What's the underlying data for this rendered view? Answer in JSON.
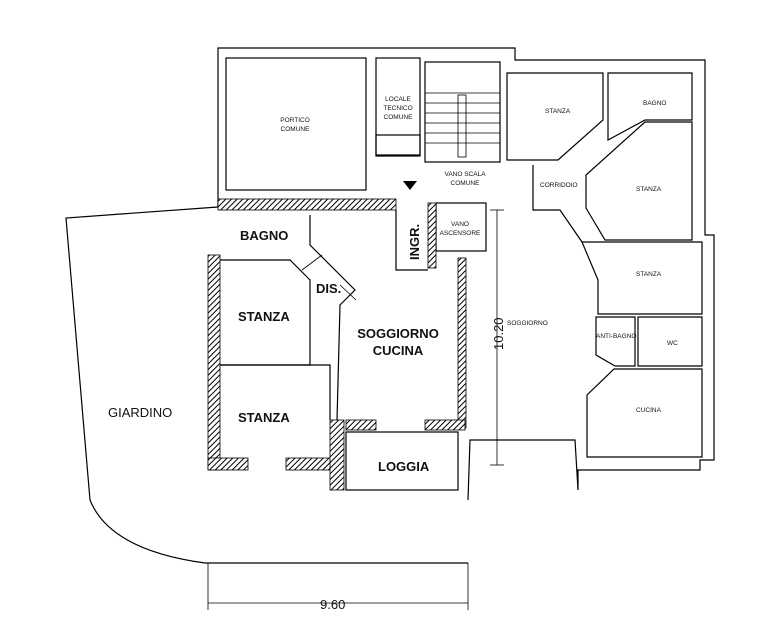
{
  "plan": {
    "common": {
      "portico": [
        "PORTICO",
        "COMUNE"
      ],
      "locale_tecnico": [
        "LOCALE",
        "TECNICO",
        "COMUNE"
      ],
      "vano_scala": [
        "VANO SCALA",
        "COMUNE"
      ],
      "vano_ascensore": [
        "VANO",
        "ASCENSORE"
      ]
    },
    "unit_rooms": {
      "ingresso": "INGR.",
      "bagno": "BAGNO",
      "disimpegno": "DIS.",
      "stanza_1": "STANZA",
      "soggiorno_cucina": [
        "SOGGIORNO",
        "CUCINA"
      ],
      "stanza_2": "STANZA",
      "loggia": "LOGGIA",
      "giardino": "GIARDINO"
    },
    "neighbor_rooms": {
      "stanza_a": "STANZA",
      "bagno": "BAGNO",
      "corridoio": "CORRIDOIO",
      "stanza_b": "STANZA",
      "stanza_c": "STANZA",
      "soggiorno": "SOGGIORNO",
      "anti_bagno": "ANTI-BAGNO",
      "wc": "WC",
      "cucina": "CUCINA"
    },
    "dimensions": {
      "width": "9.60",
      "depth": "10.20"
    }
  }
}
